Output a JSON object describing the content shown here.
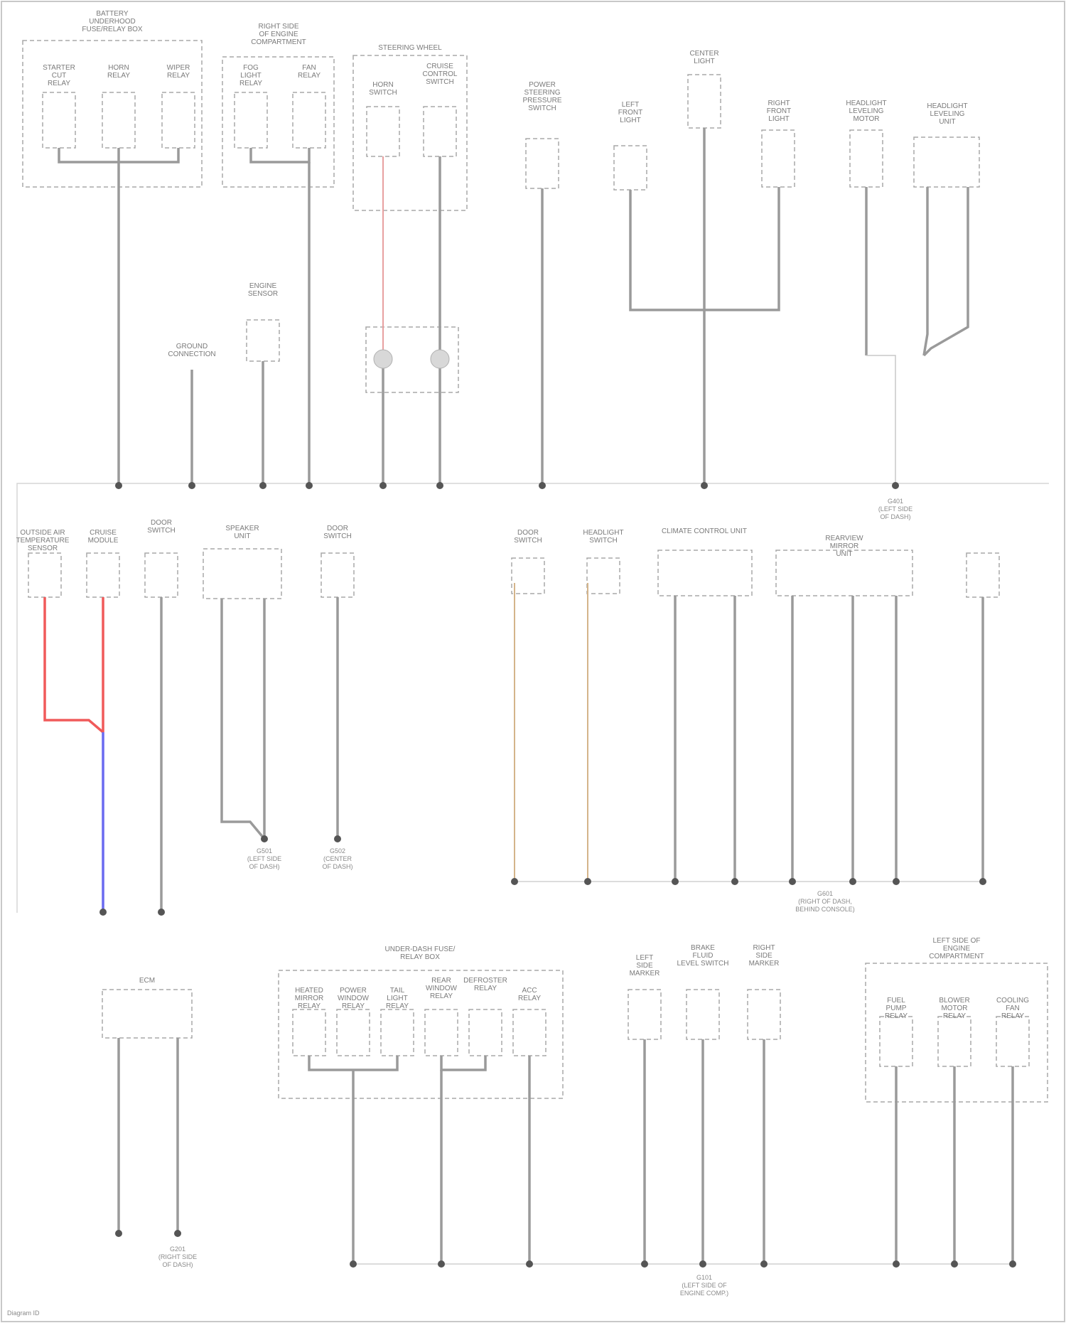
{
  "components": [
    {
      "id": "c1",
      "label": "BATTERY\nUNDERHOOD\nFUSE/RELAY BOX"
    },
    {
      "id": "c1a",
      "label": "STARTER\nCUT\nRELAY"
    },
    {
      "id": "c1b",
      "label": "HORN\nRELAY"
    },
    {
      "id": "c1c",
      "label": "WIPER\nRELAY"
    },
    {
      "id": "c2",
      "label": "RIGHT SIDE\nOF ENGINE\nCOMPARTMENT"
    },
    {
      "id": "c2a",
      "label": "FOG\nLIGHT\nRELAY"
    },
    {
      "id": "c2b",
      "label": "FAN\nRELAY"
    },
    {
      "id": "c3",
      "label": "STEERING WHEEL"
    },
    {
      "id": "c3a",
      "label": "HORN\nSWITCH"
    },
    {
      "id": "c3b",
      "label": "CRUISE\nCONTROL\nSWITCH"
    },
    {
      "id": "c4",
      "label": "POWER\nSTEERING\nPRESSURE\nSWITCH"
    },
    {
      "id": "c5",
      "label": "LEFT\nFRONT\nLIGHT"
    },
    {
      "id": "c6",
      "label": "CENTER\nLIGHT"
    },
    {
      "id": "c7",
      "label": "RIGHT\nFRONT\nLIGHT"
    },
    {
      "id": "c8",
      "label": "HEADLIGHT\nLEVELING\nMOTOR"
    },
    {
      "id": "c9",
      "label": "HEADLIGHT\nLEVELING\nUNIT"
    },
    {
      "id": "c10",
      "label": "GROUND\nCONNECTION"
    },
    {
      "id": "c11",
      "label": "ENGINE\nSENSOR"
    },
    {
      "id": "c12",
      "label": "OUTSIDE AIR\nTEMPERATURE\nSENSOR"
    },
    {
      "id": "c13",
      "label": "CRUISE\nMODULE"
    },
    {
      "id": "c14",
      "label": "DOOR\nSWITCH"
    },
    {
      "id": "c15",
      "label": "SPEAKER\nUNIT"
    },
    {
      "id": "c16",
      "label": "DOOR\nSWITCH"
    },
    {
      "id": "c17",
      "label": "DOOR\nSWITCH"
    },
    {
      "id": "c18",
      "label": "HEADLIGHT\nSWITCH"
    },
    {
      "id": "c19",
      "label": "CLIMATE CONTROL UNIT"
    },
    {
      "id": "c20",
      "label": "REARVIEW\nMIRROR\nUNIT"
    },
    {
      "id": "c21",
      "label": "ECM"
    },
    {
      "id": "c22",
      "label": "UNDER-DASH FUSE/\nRELAY BOX"
    },
    {
      "id": "c22a",
      "label": "HEATED\nMIRROR\nRELAY"
    },
    {
      "id": "c22b",
      "label": "POWER\nWINDOW\nRELAY"
    },
    {
      "id": "c22c",
      "label": "TAIL\nLIGHT\nRELAY"
    },
    {
      "id": "c22d",
      "label": "REAR\nWINDOW\nRELAY"
    },
    {
      "id": "c22e",
      "label": "DEFROSTER\nRELAY"
    },
    {
      "id": "c22f",
      "label": "ACC\nRELAY"
    },
    {
      "id": "c23",
      "label": "LEFT\nSIDE\nMARKER"
    },
    {
      "id": "c24",
      "label": "BRAKE\nFLUID\nLEVEL SWITCH"
    },
    {
      "id": "c25",
      "label": "RIGHT\nSIDE\nMARKER"
    },
    {
      "id": "c26",
      "label": "LEFT SIDE OF\nENGINE\nCOMPARTMENT"
    },
    {
      "id": "c26a",
      "label": "FUEL\nPUMP\nRELAY"
    },
    {
      "id": "c26b",
      "label": "BLOWER\nMOTOR\nRELAY"
    },
    {
      "id": "c26c",
      "label": "COOLING\nFAN\nRELAY"
    }
  ],
  "grounds": [
    {
      "id": "g1",
      "label": "G401\n(LEFT SIDE\nOF DASH)"
    },
    {
      "id": "g2",
      "label": "G501\n(LEFT SIDE\nOF DASH)"
    },
    {
      "id": "g3",
      "label": "G502\n(CENTER\nOF DASH)"
    },
    {
      "id": "g4",
      "label": "G601\n(RIGHT OF DASH,\nBEHIND CONSOLE)"
    },
    {
      "id": "g5",
      "label": "G201\n(RIGHT SIDE\nOF DASH)"
    },
    {
      "id": "g6",
      "label": "G101\n(LEFT SIDE OF\nENGINE COMP.)"
    }
  ],
  "wire_colors": {
    "default": "#9a9a9a",
    "red": "#f05a5a",
    "blue": "#6a6af0",
    "tan": "#d4b48a"
  },
  "footer": "Diagram ID"
}
